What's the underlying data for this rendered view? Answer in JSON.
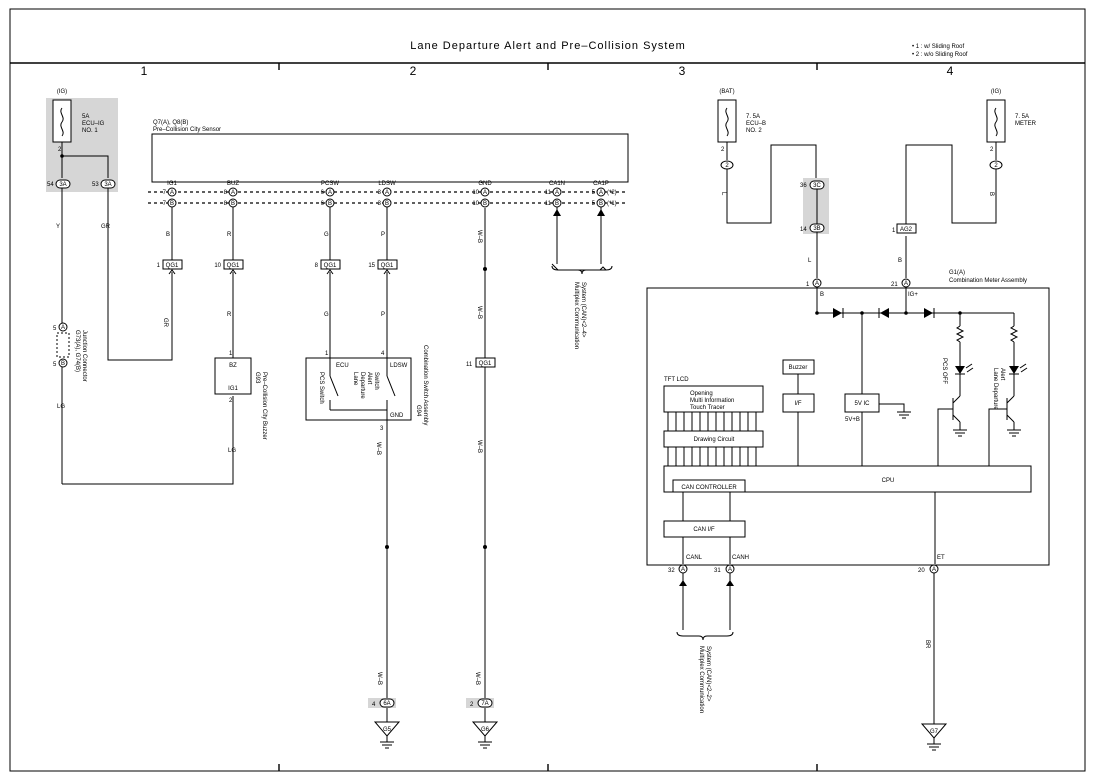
{
  "title": "Lane Departure Alert and Pre–Collision System",
  "notes": [
    "• 1 : w/ Sliding Roof",
    "• 2 : w/o Sliding Roof"
  ],
  "columns": [
    "1",
    "2",
    "3",
    "4"
  ],
  "fuses": {
    "ecu_ig": {
      "source": "(IG)",
      "lines": [
        "5A",
        "ECU–IG",
        "NO. 1"
      ],
      "pin": "2"
    },
    "ecu_b": {
      "source": "(BAT)",
      "lines": [
        "7. 5A",
        "ECU–B",
        "NO. 2"
      ],
      "pin": "2",
      "conn": "2"
    },
    "meter": {
      "source": "(IG)",
      "lines": [
        "7. 5A",
        "METER"
      ],
      "pin": "2",
      "conn": "2"
    }
  },
  "junction": {
    "pins": [
      {
        "num": "54",
        "conn": "3A"
      },
      {
        "num": "53",
        "conn": "3A"
      }
    ],
    "wires": [
      "Y",
      "GR"
    ]
  },
  "sensor": {
    "title_lines": [
      "Q7(A), Q8(B)",
      "Pre–Collision City Sensor"
    ],
    "terms": [
      {
        "label": "IG1",
        "pinA": "7",
        "pinB": "7",
        "letterA": "A",
        "letterB": "B",
        "wire": "B",
        "conn_num": "1",
        "conn": "QG1"
      },
      {
        "label": "BUZ",
        "pinA": "8",
        "pinB": "8",
        "letterA": "A",
        "letterB": "B",
        "wire": "R",
        "conn_num": "10",
        "conn": "QG1"
      },
      {
        "label": "PCSW",
        "pinA": "6",
        "pinB": "6",
        "letterA": "A",
        "letterB": "B",
        "wire": "G",
        "conn_num": "8",
        "conn": "QG1"
      },
      {
        "label": "LDSW",
        "pinA": "3",
        "pinB": "3",
        "letterA": "A",
        "letterB": "B",
        "wire": "P",
        "conn_num": "15",
        "conn": "QG1"
      },
      {
        "label": "GND",
        "pinA": "10",
        "pinB": "10",
        "letterA": "A",
        "letterB": "B",
        "wire": "W–B"
      },
      {
        "label": "CA1N",
        "pinA": "11",
        "pinB": "11",
        "letterA": "A",
        "letterB": "B"
      },
      {
        "label": "CA1P",
        "pinA": "5",
        "pinB": "5",
        "letterA": "A",
        "letterB": "B",
        "noteA": "(*2)",
        "noteB": "(*1)"
      }
    ]
  },
  "can_sensor": [
    "Multiplex Communication",
    "System (CAN)<2–4>"
  ],
  "jc_connector": {
    "lines": [
      "G73(A), G74(B)",
      "Junction Connector"
    ],
    "pin_top": "5",
    "pin_top_l": "A",
    "pin_bot": "5",
    "pin_bot_l": "B",
    "wire_bottom": "LG",
    "wire_right": "GR"
  },
  "buzzer": {
    "lines": [
      "G93",
      "Pre–Collision City Buzzer"
    ],
    "top_pin": "1",
    "top_label": "BZ",
    "bottom_label": "IG1",
    "bottom_pin": "2",
    "wire_top": "R",
    "wire_bottom": "LG"
  },
  "combo_switch": {
    "lines": [
      "G94",
      "Combination Switch Assembly"
    ],
    "pin_ecu": "1",
    "pin_ldsw": "4",
    "label_ecu": "ECU",
    "label_ldsw": "LDSW",
    "label_gnd": "GND",
    "pin_gnd": "3",
    "pcs_switch": "PCS Switch",
    "lda_switch": [
      "Lane",
      "Departure",
      "Alert",
      "Switch"
    ],
    "wire_ecu": "G",
    "wire_ldsw": "P",
    "wire_gnd": "W–B"
  },
  "gnd_wire": {
    "wire1": "W–B",
    "conn_num": "11",
    "conn": "QG1",
    "wire2": "W–B"
  },
  "grounds": [
    {
      "pin": "4",
      "conn": "6A",
      "wire": "W–B",
      "name": "G5"
    },
    {
      "pin": "2",
      "conn": "7A",
      "wire": "W–B",
      "name": "G6"
    },
    {
      "name": "G7",
      "wire": "BR"
    }
  ],
  "meter_feed": {
    "conn_num": "1",
    "conn": "AG2",
    "wire_top": "B",
    "wire_bot": "B"
  },
  "ecub_feed": {
    "wire": "L",
    "pin_top": "36",
    "conn_top": "3C",
    "pin_bot": "14",
    "conn_bot": "3B",
    "wire_bot": "L"
  },
  "meter": {
    "title_lines": [
      "G1(A)",
      "Combination Meter Assembly"
    ],
    "pin_b": "1",
    "pin_b_letter": "A",
    "label_b": "B",
    "pin_ig": "21",
    "pin_ig_letter": "A",
    "label_ig": "IG+",
    "tft": "TFT LCD",
    "opening": [
      "Opening",
      "Multi Information",
      "Touch Tracer"
    ],
    "drawing": "Drawing Circuit",
    "buzzer": "Buzzer",
    "if": "I/F",
    "ic": "5V IC",
    "ic_out": "5V+B",
    "pcs_off": "PCS OFF",
    "lda": [
      "Lane Departure",
      "Alert"
    ],
    "cpu": "CPU",
    "can_ctrl": "CAN CONTROLLER",
    "can_if": "CAN I/F",
    "canl": "CANL",
    "canh": "CANH",
    "et": "ET",
    "pin_canl": "32",
    "pin_canh": "31",
    "pin_et": "20",
    "pin_letter": "A"
  },
  "can_meter": [
    "Multiplex Communication",
    "System (CAN)<2–2>"
  ]
}
